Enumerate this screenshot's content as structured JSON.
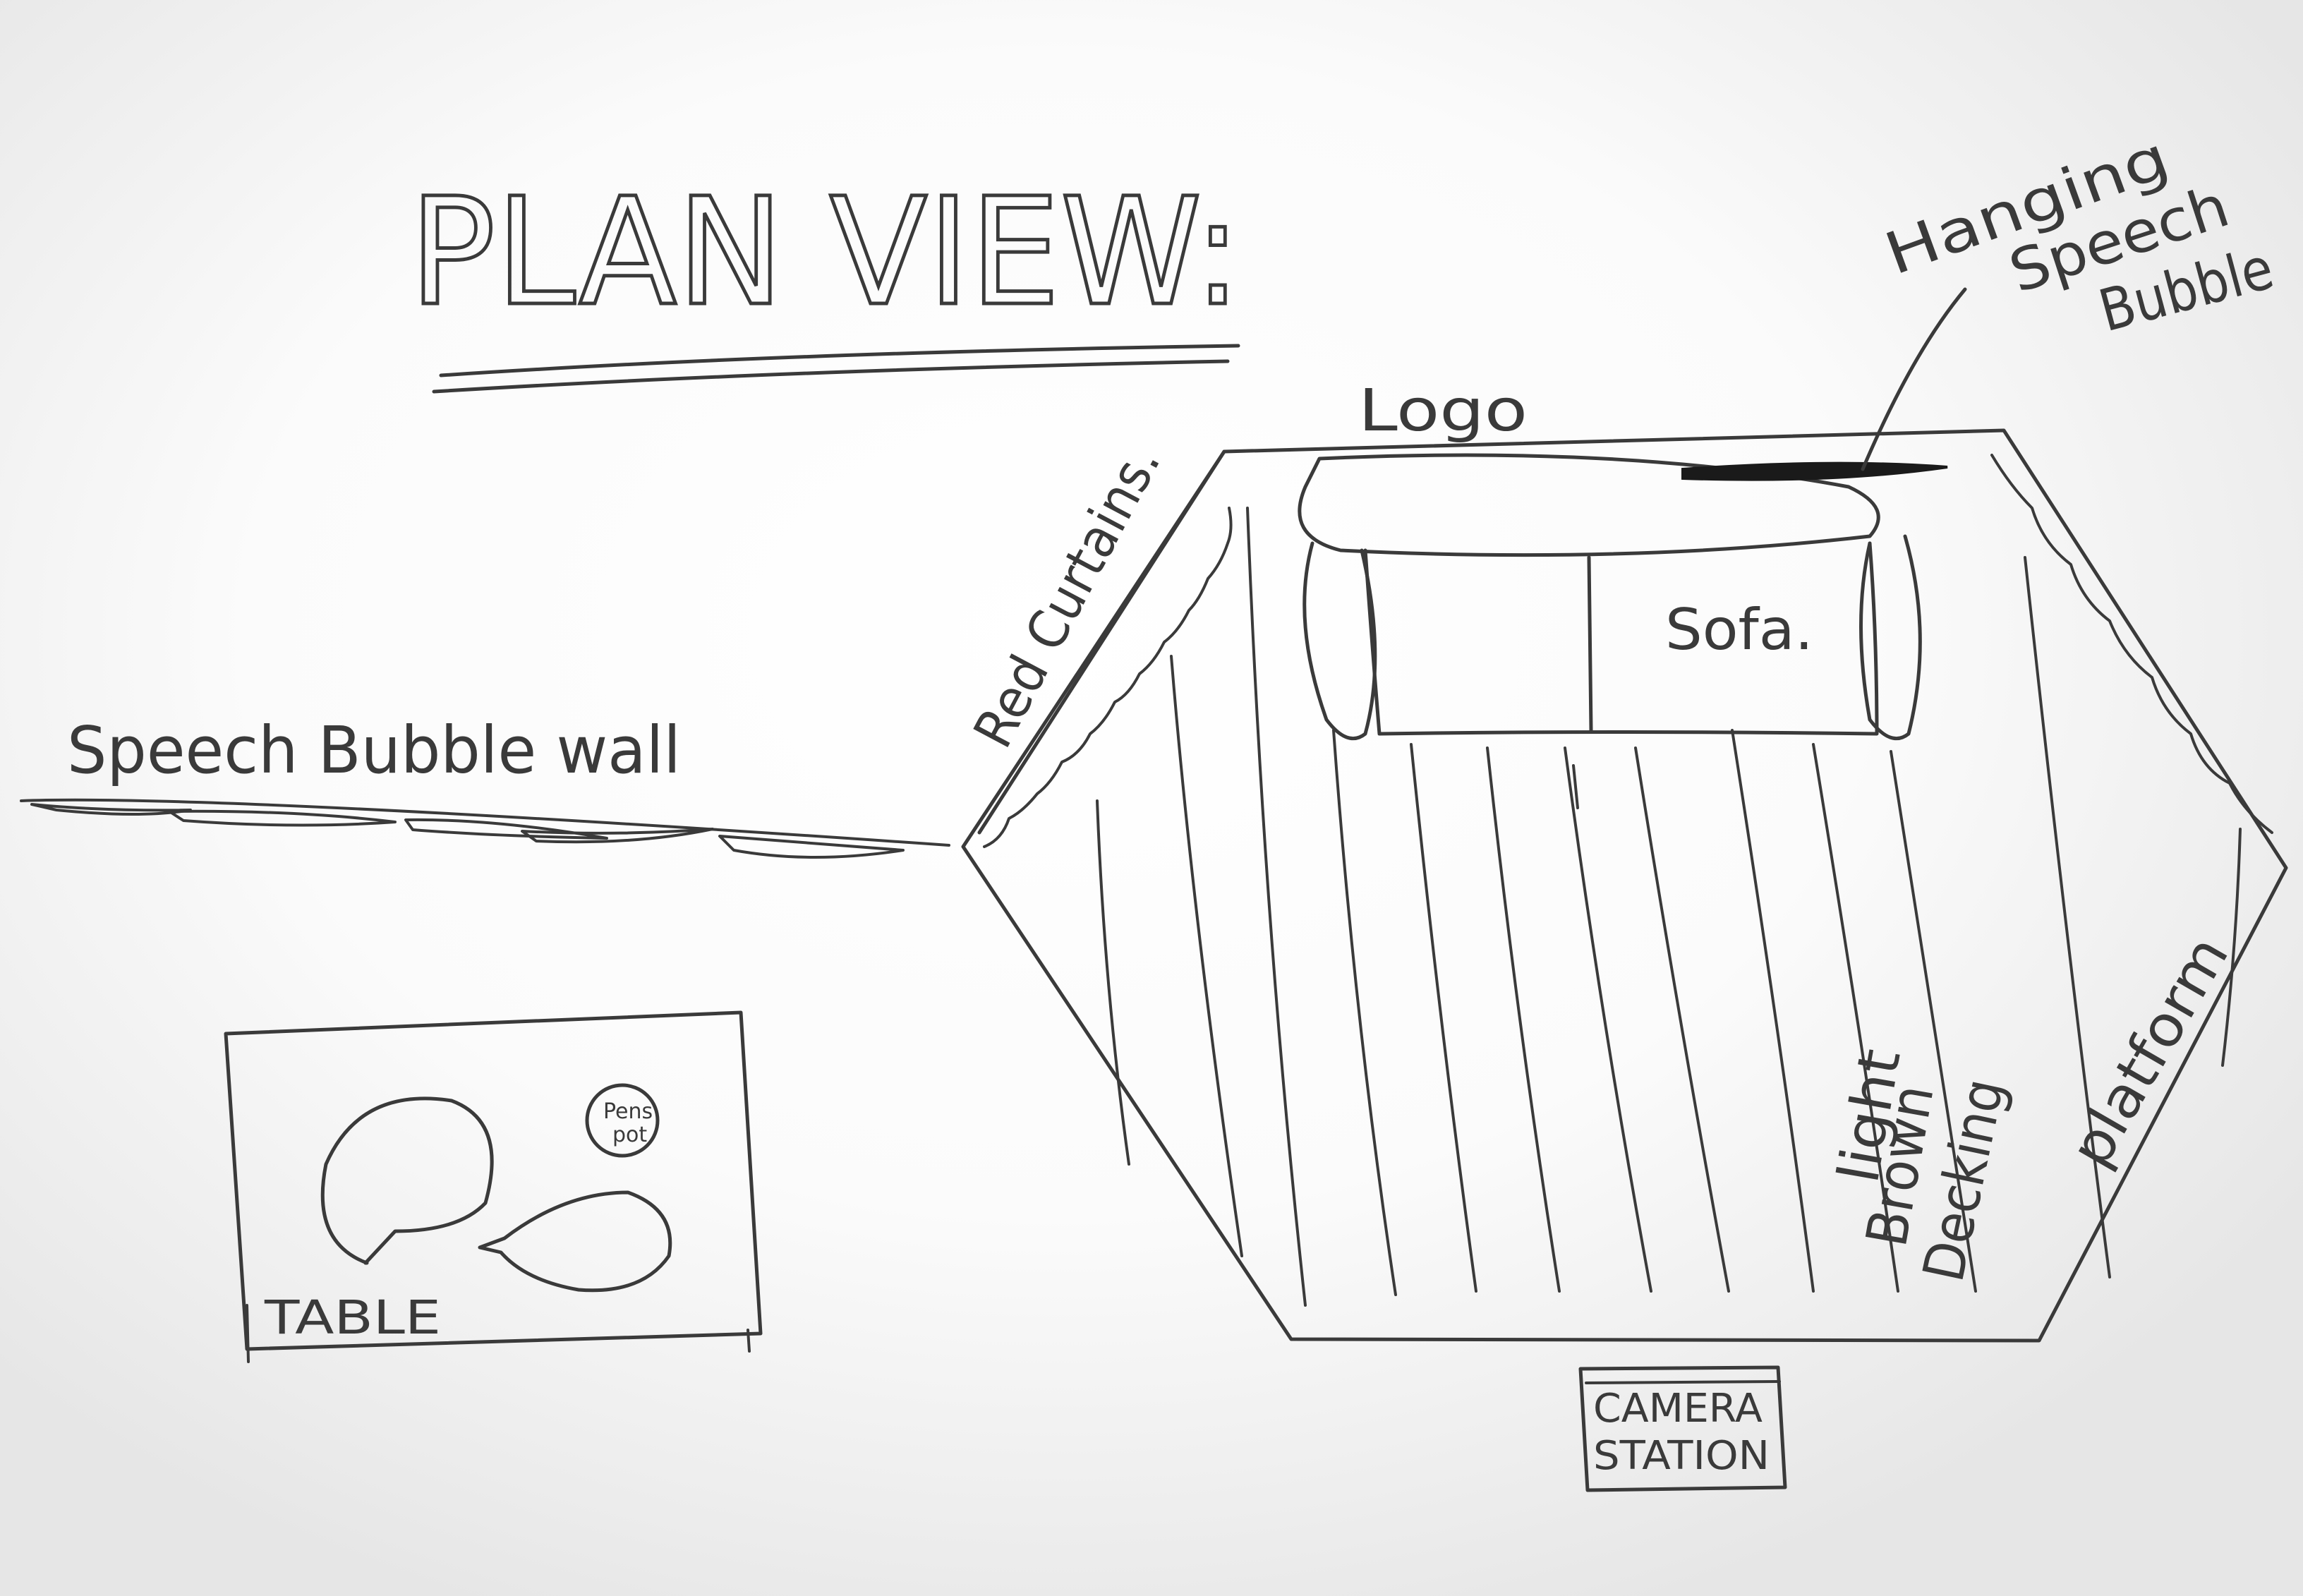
{
  "title": "PLAN VIEW:",
  "labels": {
    "hanging_speech_bubble": [
      "Hanging",
      "Speech",
      "Bubble"
    ],
    "logo": "Logo",
    "red_curtains": "Red Curtains.",
    "sofa": "Sofa.",
    "speech_bubble_wall": "Speech Bubble wall",
    "platform": [
      "light",
      "Brown",
      "Decking",
      "platform"
    ],
    "table": "TABLE",
    "pen_pot": [
      "Pens",
      "pot"
    ],
    "camera_station": [
      "CAMERA",
      "STATION"
    ]
  },
  "colors": {
    "ink": "#3a3a3a",
    "paper": "#ffffff",
    "marker": "#1a1a1a"
  }
}
